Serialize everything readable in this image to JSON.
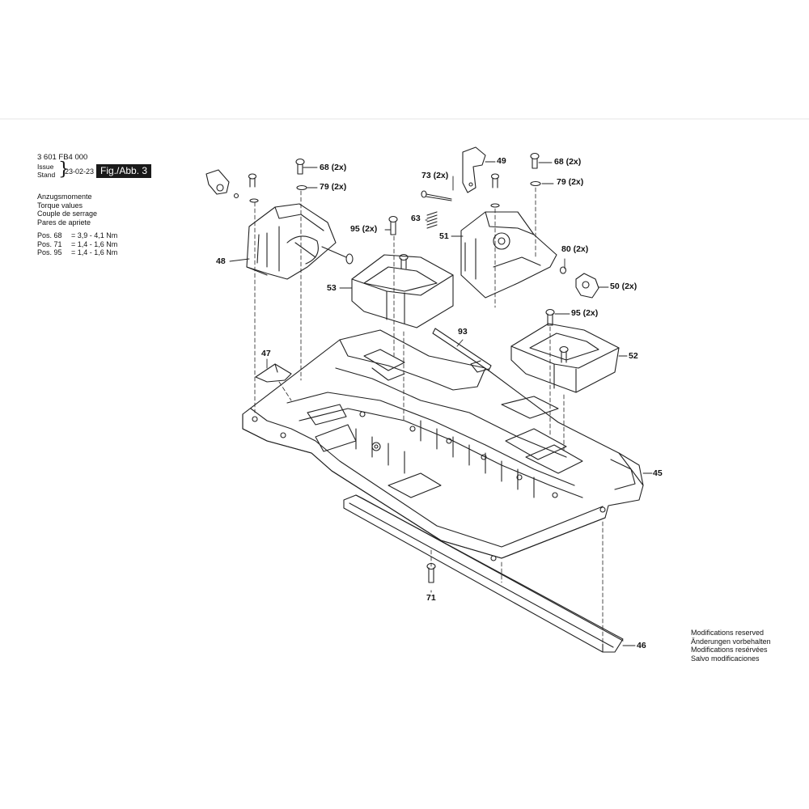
{
  "header": {
    "doc_number": "3 601 FB4 000",
    "issue_label": "Issue",
    "stand_label": "Stand",
    "issue_date": "23-02-23",
    "figure_label": "Fig./Abb. 3"
  },
  "torque": {
    "lines": [
      "Anzugsmomente",
      "Torque values",
      "Couple de serrage",
      "Pares de apriete"
    ],
    "values": [
      {
        "pos": "Pos. 68",
        "value": "= 3,9 - 4,1 Nm"
      },
      {
        "pos": "Pos. 71",
        "value": "= 1,4 - 1,6 Nm"
      },
      {
        "pos": "Pos. 95",
        "value": "= 1,4 - 1,6 Nm"
      }
    ]
  },
  "notice": {
    "lines": [
      "Modifications reserved",
      "Änderungen vorbehalten",
      "Modifications resérvées",
      "Salvo modificaciones"
    ]
  },
  "callouts": [
    {
      "id": "c68a",
      "label": "68 (2x)"
    },
    {
      "id": "c79a",
      "label": "79 (2x)"
    },
    {
      "id": "c49",
      "label": "49"
    },
    {
      "id": "c68b",
      "label": "68 (2x)"
    },
    {
      "id": "c73",
      "label": "73 (2x)"
    },
    {
      "id": "c79b",
      "label": "79 (2x)"
    },
    {
      "id": "c63",
      "label": "63"
    },
    {
      "id": "c95a",
      "label": "95 (2x)"
    },
    {
      "id": "c51",
      "label": "51"
    },
    {
      "id": "c48",
      "label": "48"
    },
    {
      "id": "c80",
      "label": "80 (2x)"
    },
    {
      "id": "c53",
      "label": "53"
    },
    {
      "id": "c50",
      "label": "50 (2x)"
    },
    {
      "id": "c95b",
      "label": "95 (2x)"
    },
    {
      "id": "c93",
      "label": "93"
    },
    {
      "id": "c47",
      "label": "47"
    },
    {
      "id": "c52",
      "label": "52"
    },
    {
      "id": "c45",
      "label": "45"
    },
    {
      "id": "c71",
      "label": "71"
    },
    {
      "id": "c46",
      "label": "46"
    }
  ]
}
